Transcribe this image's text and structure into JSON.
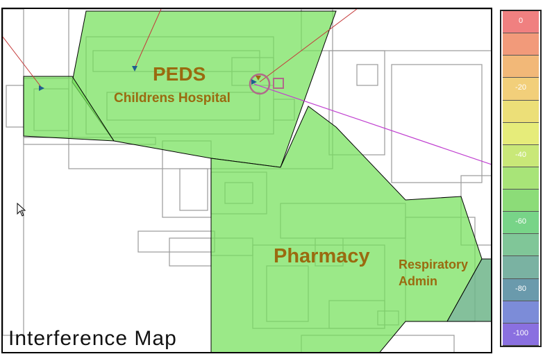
{
  "map": {
    "title": "Interference Map",
    "labels": {
      "peds": "PEDS",
      "childrens": "Childrens Hospital",
      "pharmacy": "Pharmacy",
      "respiratory": "Respiratory",
      "admin": "Admin"
    },
    "colors": {
      "coverage_fill": "#74e05a",
      "coverage_edge": "#000000",
      "weak_fill": "#6fb58a",
      "label_text": "#9a6a0f",
      "wall": "#9a9a9a",
      "link_red": "#c43a3a",
      "link_magenta": "#c040d0",
      "ap_marker": "#1f5f8f"
    }
  },
  "legend": {
    "segments": [
      {
        "color": "#f08080",
        "label": "0"
      },
      {
        "color": "#f29a7a",
        "label": ""
      },
      {
        "color": "#f2b878",
        "label": ""
      },
      {
        "color": "#f2cf7a",
        "label": "-20"
      },
      {
        "color": "#ecdf78",
        "label": ""
      },
      {
        "color": "#e6ec7a",
        "label": ""
      },
      {
        "color": "#c9e878",
        "label": "-40"
      },
      {
        "color": "#a8e478",
        "label": ""
      },
      {
        "color": "#8cdc78",
        "label": ""
      },
      {
        "color": "#78d488",
        "label": "-60"
      },
      {
        "color": "#80c698",
        "label": ""
      },
      {
        "color": "#7ab2a2",
        "label": ""
      },
      {
        "color": "#6a9aac",
        "label": "-80"
      },
      {
        "color": "#7c8cd8",
        "label": ""
      },
      {
        "color": "#8a70e0",
        "label": "-100"
      }
    ]
  },
  "icons": {
    "cursor": "arrow-cursor-icon",
    "access_point": "access-point-icon"
  }
}
